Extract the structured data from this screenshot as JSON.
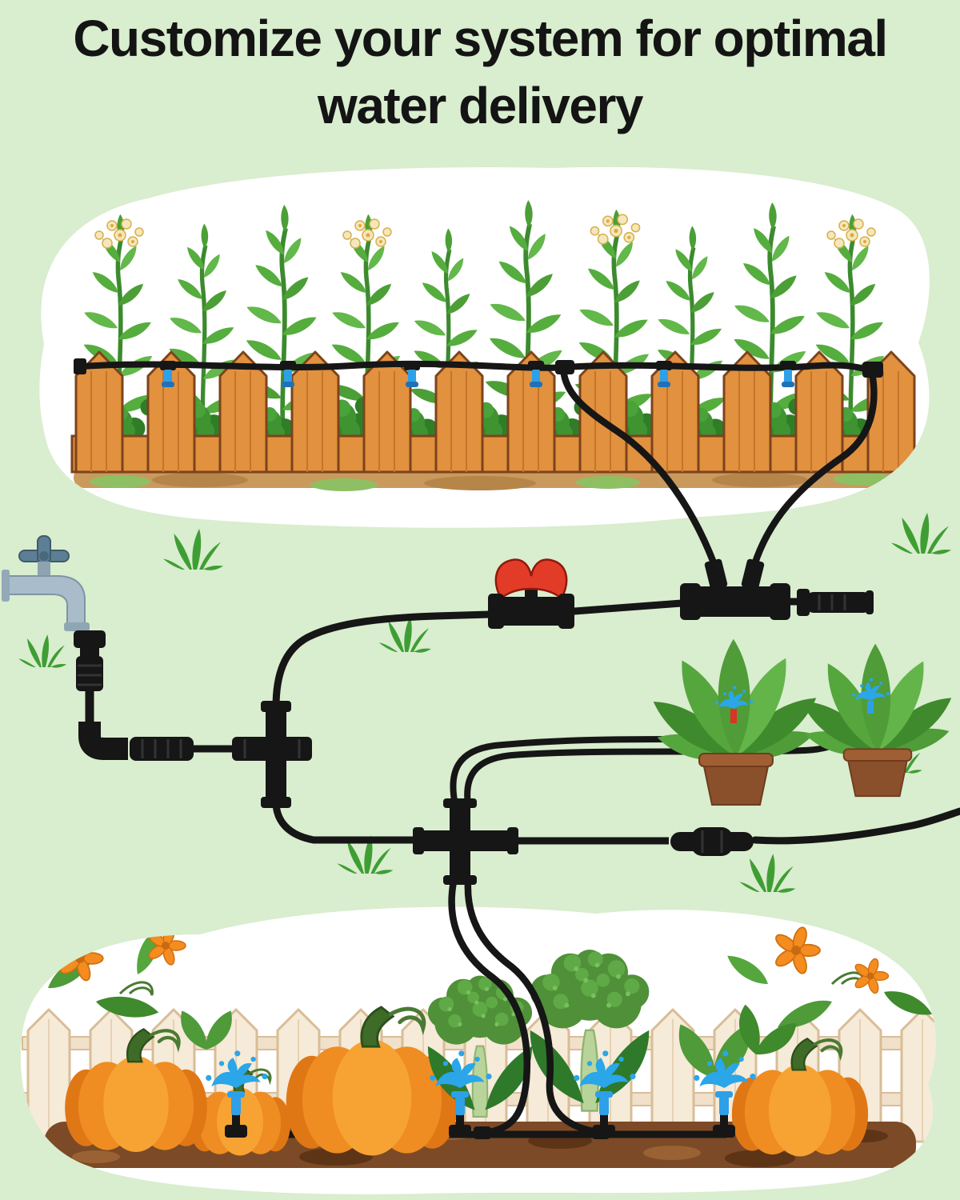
{
  "headline": {
    "line1": "Customize your system for optimal",
    "line2": "water delivery"
  },
  "colors": {
    "background": "#d9edcf",
    "panel": "#ffffff",
    "headline_text": "#141414",
    "tube_black": "#161616",
    "valve_red": "#e23b28",
    "water_blue": "#2aa6e9",
    "dripper_blue": "#2ea0e8",
    "pumpkin_orange": "#f7a334",
    "pumpkin_shade": "#e07715",
    "fence_wood": "#e2913e",
    "fence_wood_outline": "#7c431c",
    "fence_light": "#f6ead8",
    "soil_brown": "#7c4a26",
    "bed_soil_tan": "#c99a5c",
    "leaf_green": "#55ad3e",
    "leaf_green_dark": "#2f7d26",
    "grass_green": "#3f9e33",
    "pot_brown": "#8a4f2b",
    "faucet_gray": "#a9bcc9",
    "faucet_handle_blue": "#5d7f95",
    "flower_cream": "#f4e7bd",
    "flower_orange": "#f48c1f"
  },
  "components": [
    "faucet",
    "faucet-adapter",
    "elbow-connector",
    "barbed-coupler",
    "manifold-tee-connector",
    "shut-off-valve",
    "double-branch-tee",
    "end-plug",
    "cross-connector",
    "inline-coupler",
    "drip-emitters",
    "micro-sprinklers",
    "mainline-tubing",
    "raised-garden-bed",
    "potted-plants",
    "pumpkin-patch",
    "broccoli-plants"
  ]
}
